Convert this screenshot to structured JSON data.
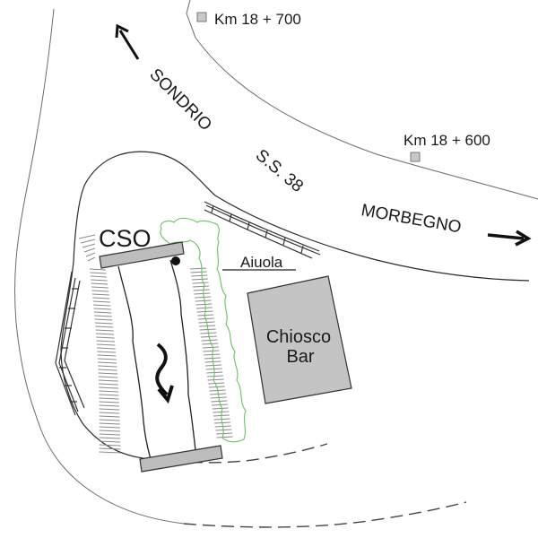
{
  "map": {
    "title": "",
    "labels": {
      "km_north": "Km 18 + 700",
      "km_east": "Km 18 + 600",
      "direction_west": "SONDRIO",
      "road_name": "S.S. 38",
      "direction_east": "MORBEGNO",
      "cso": "CSO",
      "flowerbed": "Aiuola",
      "kiosk_line1": "Chiosco",
      "kiosk_line2": "Bar"
    },
    "icons": {
      "direction_west": "arrow-up-left-icon",
      "direction_east": "arrow-right-icon",
      "flow": "wavy-flow-arrow-icon",
      "km_marker": "square-marker-icon",
      "outfall": "dot-icon"
    },
    "colors": {
      "line": "#222222",
      "fill_gray": "#c4c4c4",
      "vegetation": "#6cc064",
      "background": "#ffffff"
    }
  }
}
